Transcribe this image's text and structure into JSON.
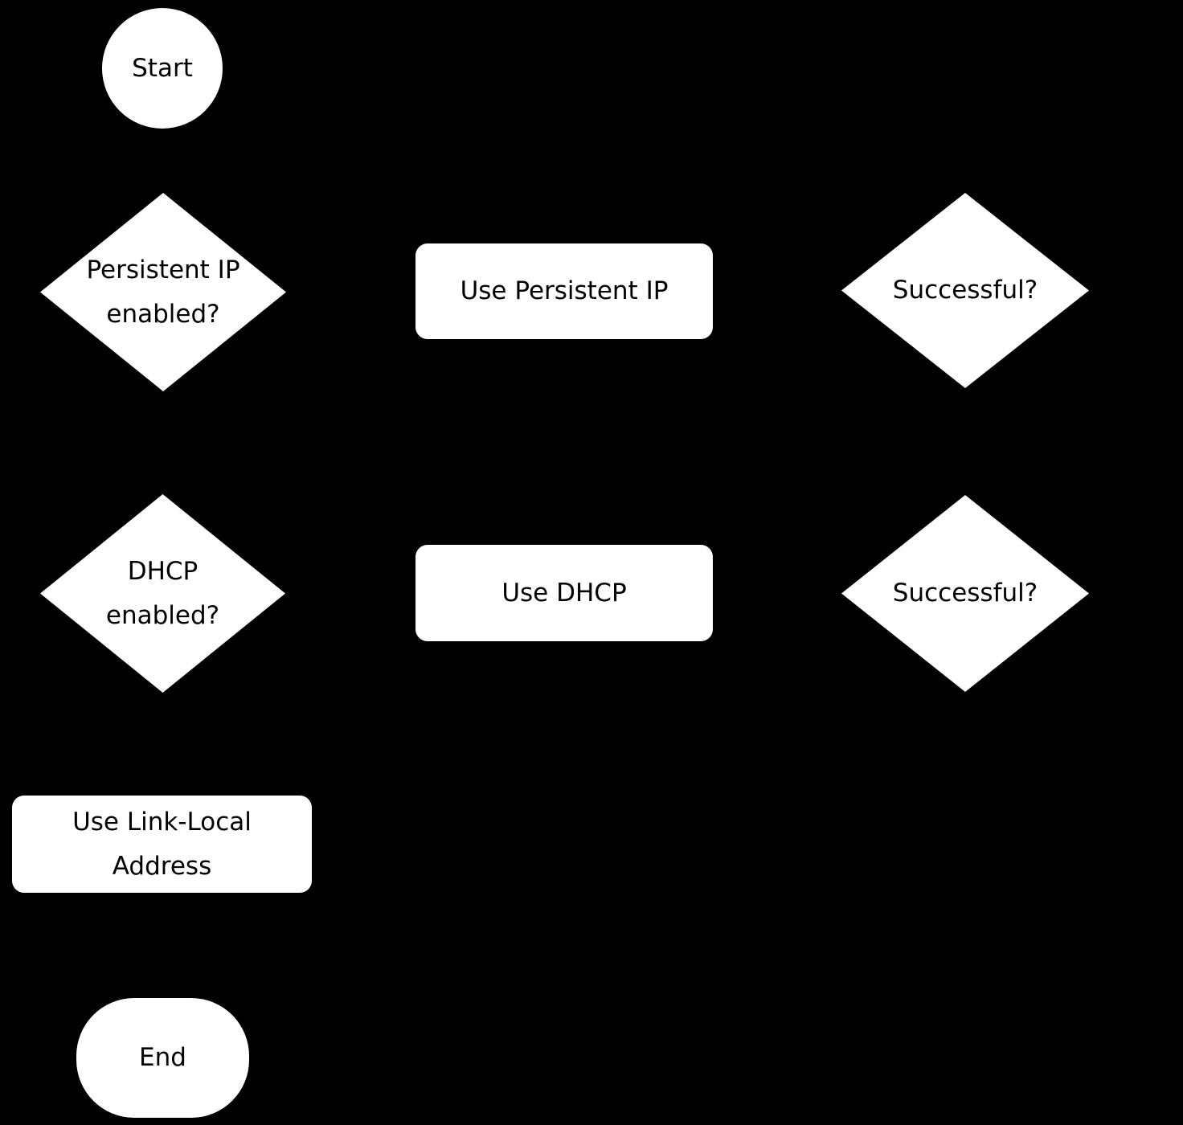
{
  "canvas": {
    "background_color": "#000000",
    "node_fill_color": "#ffffff",
    "node_text_color": "#000000"
  },
  "flowchart": {
    "nodes": {
      "start": {
        "type": "circle",
        "label": "Start"
      },
      "persistent_ip_check": {
        "type": "decision",
        "line1": "Persistent IP",
        "line2": "enabled?"
      },
      "use_persistent_ip": {
        "type": "process",
        "label": "Use Persistent IP"
      },
      "persistent_successful_check": {
        "type": "decision",
        "label": "Successful?"
      },
      "dhcp_check": {
        "type": "decision",
        "line1": "DHCP",
        "line2": "enabled?"
      },
      "use_dhcp": {
        "type": "process",
        "label": "Use DHCP"
      },
      "dhcp_successful_check": {
        "type": "decision",
        "label": "Successful?"
      },
      "use_link_local_address": {
        "type": "process",
        "line1": "Use Link-Local",
        "line2": "Address"
      },
      "end": {
        "type": "terminator",
        "label": "End"
      }
    }
  }
}
